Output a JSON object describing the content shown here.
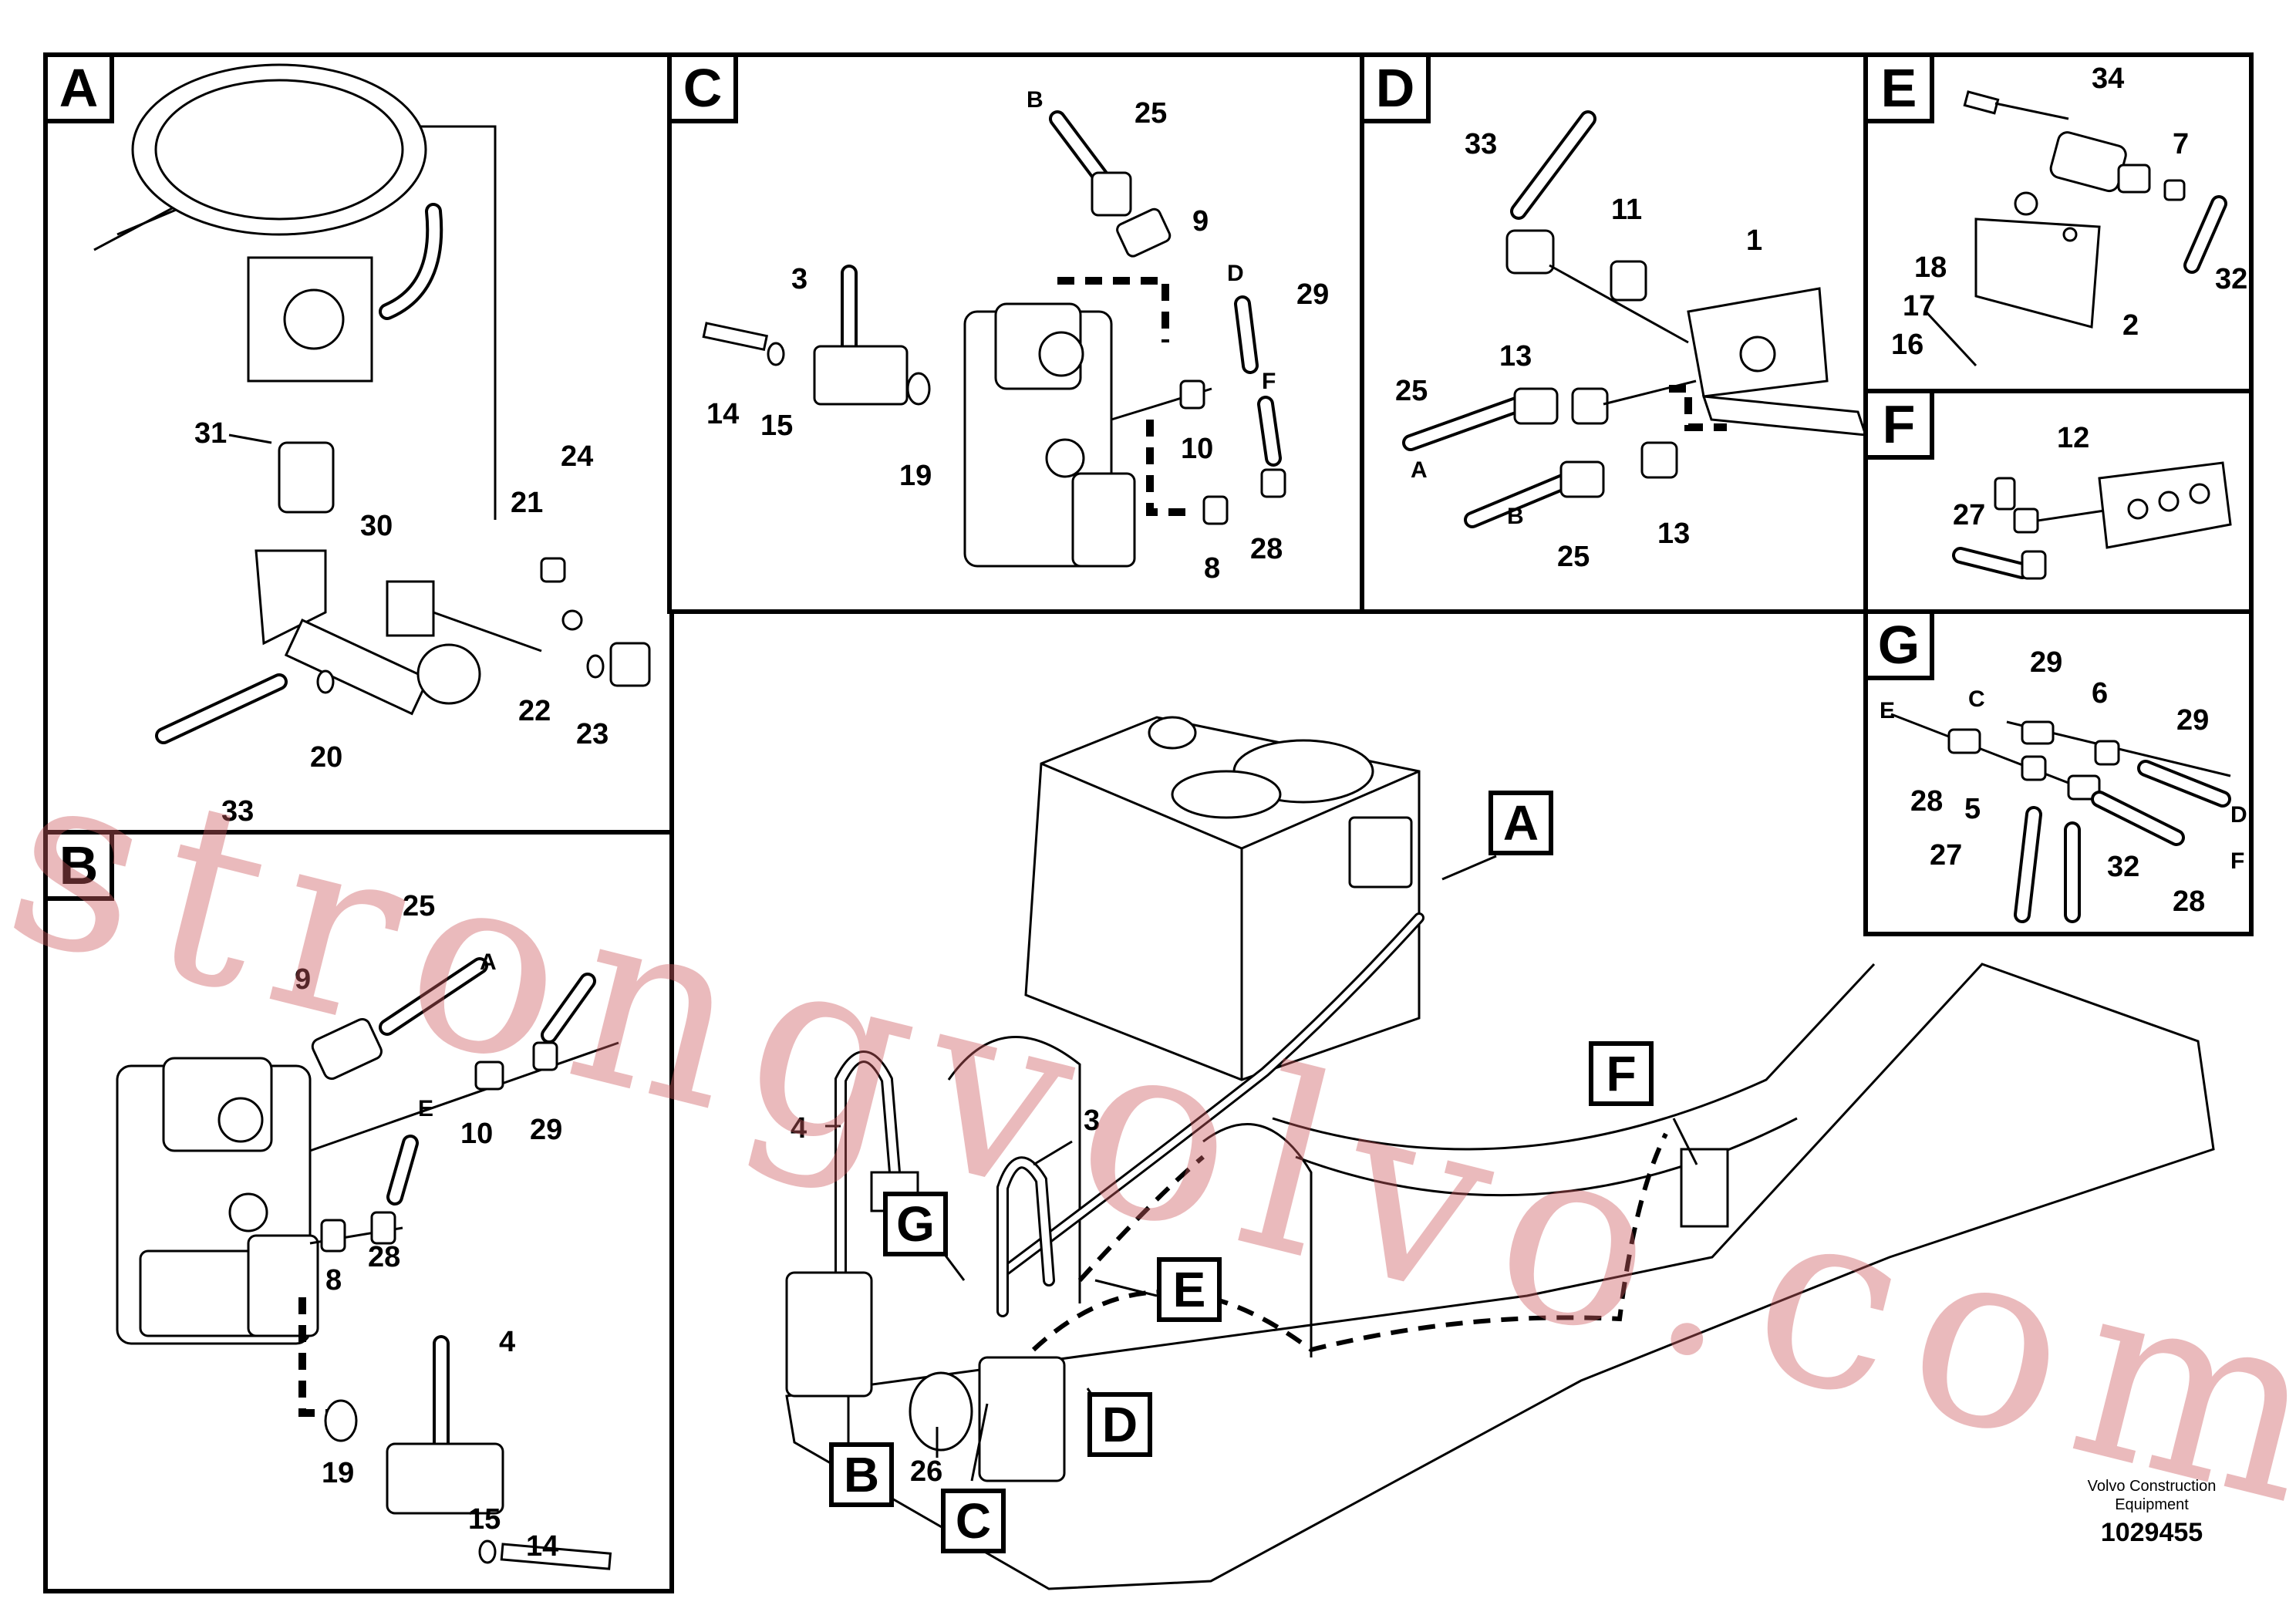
{
  "panels": {
    "A": {
      "label": "A",
      "numbers": [
        "31",
        "30",
        "21",
        "24",
        "22",
        "23",
        "20",
        "33"
      ]
    },
    "B": {
      "label": "B",
      "numbers": [
        "25",
        "9",
        "10",
        "29",
        "8",
        "28",
        "4",
        "19",
        "15",
        "14"
      ],
      "letters": [
        "A",
        "E"
      ]
    },
    "C": {
      "label": "C",
      "numbers": [
        "25",
        "9",
        "3",
        "14",
        "15",
        "19",
        "10",
        "8",
        "28",
        "29"
      ],
      "letters": [
        "B",
        "D",
        "F"
      ]
    },
    "D": {
      "label": "D",
      "numbers": [
        "33",
        "11",
        "1",
        "13",
        "25",
        "13",
        "25"
      ],
      "letters": [
        "A",
        "B"
      ]
    },
    "E": {
      "label": "E",
      "numbers": [
        "34",
        "7",
        "18",
        "17",
        "16",
        "2",
        "32"
      ]
    },
    "F": {
      "label": "F",
      "numbers": [
        "12",
        "27"
      ]
    },
    "G": {
      "label": "G",
      "numbers": [
        "29",
        "6",
        "29",
        "28",
        "5",
        "27",
        "32",
        "28"
      ],
      "letters": [
        "C",
        "E",
        "D",
        "F"
      ]
    }
  },
  "main": {
    "callouts": [
      "A",
      "F",
      "G",
      "E",
      "D",
      "B",
      "C"
    ],
    "numbers": [
      "4",
      "3",
      "26"
    ]
  },
  "footer": {
    "company_line1": "Volvo Construction",
    "company_line2": "Equipment",
    "drawing_number": "1029455"
  },
  "watermark": "strongvolvo.com"
}
